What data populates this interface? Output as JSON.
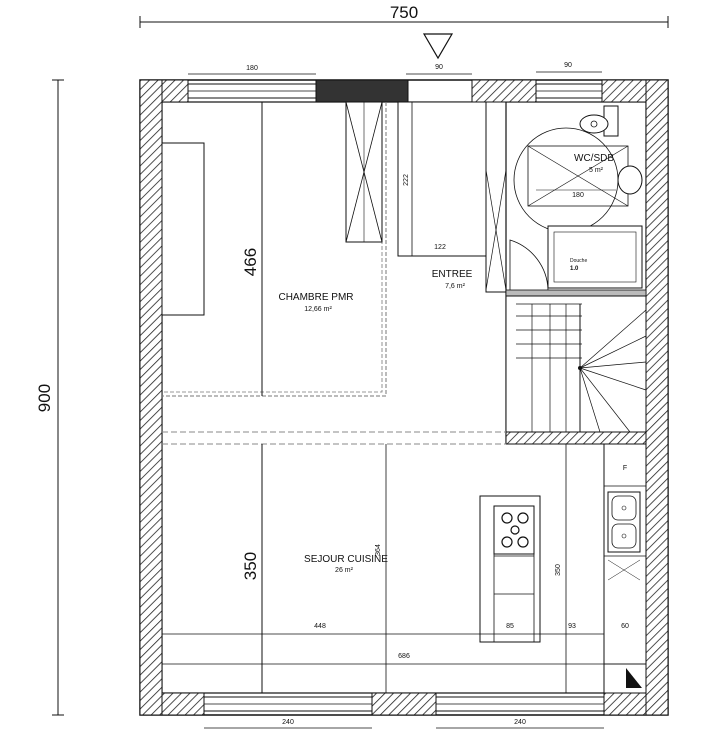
{
  "overall": {
    "width": "750",
    "height": "900"
  },
  "dims": {
    "left_window": "180",
    "entry_door": "90",
    "right_window": "90",
    "chambre_height": "466",
    "sejour_height": "350",
    "closet_depth": "222",
    "closet_width": "122",
    "wc_width": "180",
    "kitchen_depth": "350",
    "bottom_left_window": "240",
    "bottom_right_window": "240",
    "sejour_wall": "448",
    "vertical_mid": "364",
    "island": "85",
    "island_gap": "93",
    "counter": "60",
    "total_width": "686"
  },
  "rooms": {
    "chambre": {
      "name": "CHAMBRE PMR",
      "area": "12,66 m²"
    },
    "entree": {
      "name": "ENTREE",
      "area": "7,6  m²"
    },
    "wc": {
      "name": "WC/SDB",
      "area": "5  m²"
    },
    "sejour": {
      "name": "SEJOUR CUISINE",
      "area": "26  m²"
    }
  },
  "labels": {
    "douche": "Douche",
    "douche_size": "1.0",
    "fridge": "F"
  }
}
